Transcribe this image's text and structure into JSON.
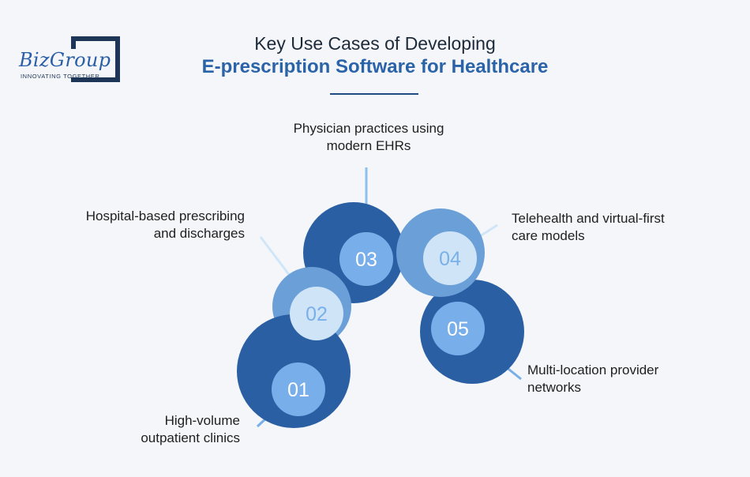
{
  "logo": {
    "brand": "BizGroup",
    "tagline": "INNOVATING TOGETHER"
  },
  "title": {
    "line1": "Key Use Cases of Developing",
    "line2": "E-prescription Software for Healthcare"
  },
  "items": [
    {
      "number": "01",
      "line1": "High-volume",
      "line2": "outpatient clinics"
    },
    {
      "number": "02",
      "line1": "Hospital-based prescribing",
      "line2": "and discharges"
    },
    {
      "number": "03",
      "line1": "Physician practices using",
      "line2": "modern EHRs"
    },
    {
      "number": "04",
      "line1": "Telehealth and virtual-first",
      "line2": "care models"
    },
    {
      "number": "05",
      "line1": "Multi-location provider",
      "line2": "networks"
    }
  ],
  "colors": {
    "dark_blue": "#2b5fa4",
    "mid_blue": "#6a9fd8",
    "light_blue": "#cfe4f7",
    "inner_blue": "#78aee9",
    "title_blue": "#2a63a8"
  }
}
